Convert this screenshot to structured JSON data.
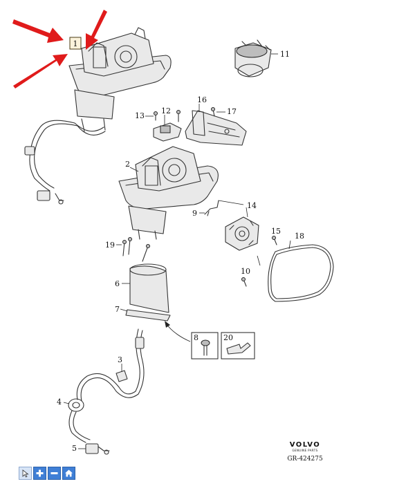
{
  "diagram": {
    "callouts": {
      "c1": "1",
      "c2": "2",
      "c3": "3",
      "c4": "4",
      "c5": "5",
      "c6": "6",
      "c7": "7",
      "c8": "8",
      "c9": "9",
      "c10": "10",
      "c11": "11",
      "c12": "12",
      "c13": "13",
      "c14": "14",
      "c15": "15",
      "c16": "16",
      "c17": "17",
      "c18": "18",
      "c19": "19",
      "c20": "20"
    },
    "highlighted_callout": "1",
    "highlight_color": "#e01b1b"
  },
  "branding": {
    "logo_text": "VOLVO",
    "logo_subtext": "GENUINE PARTS",
    "reference_code": "GR-424275"
  },
  "toolbar": {
    "buttons": [
      {
        "name": "pointer-tool",
        "icon": "pointer-icon"
      },
      {
        "name": "zoom-in",
        "icon": "plus-icon"
      },
      {
        "name": "zoom-out",
        "icon": "minus-icon"
      },
      {
        "name": "home",
        "icon": "home-icon"
      }
    ]
  }
}
